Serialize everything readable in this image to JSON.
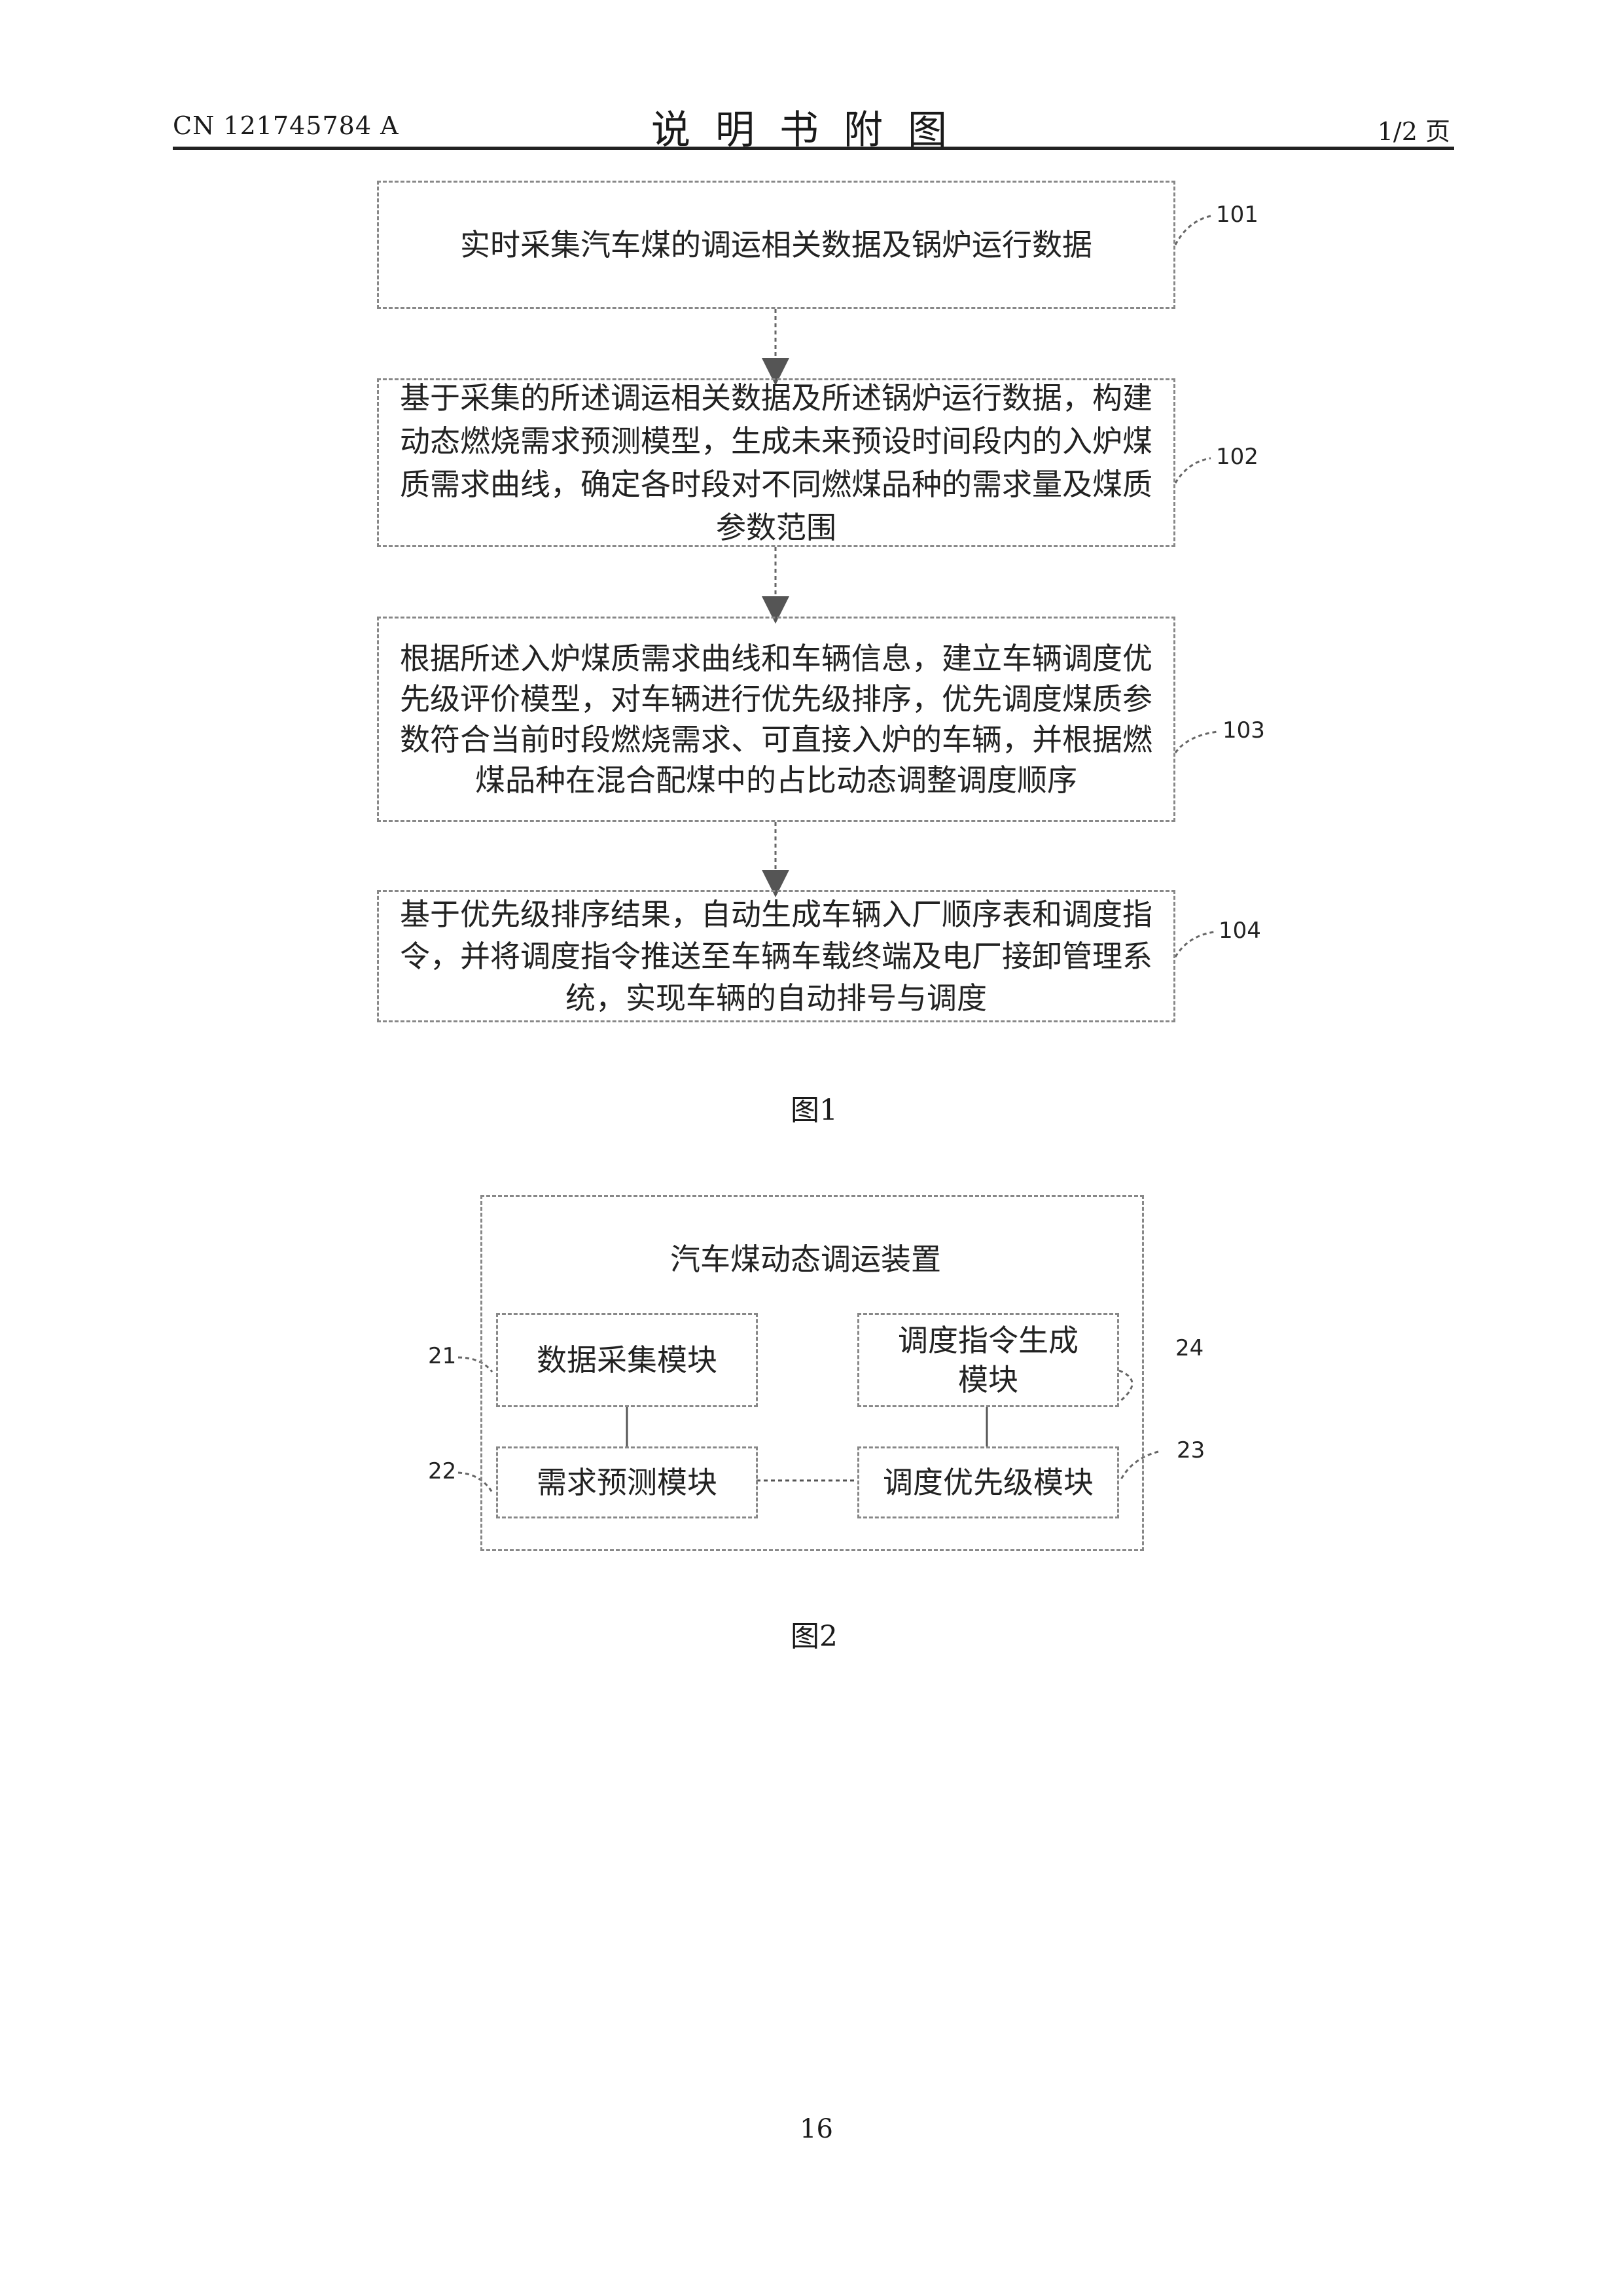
{
  "header": {
    "doc_number": "CN 121745784 A",
    "title": "说明书附图",
    "page_indicator": "1/2 页"
  },
  "figure1": {
    "steps": [
      {
        "text": "实时采集汽车煤的调运相关数据及锅炉运行数据",
        "ref": "101"
      },
      {
        "text": "基于采集的所述调运相关数据及所述锅炉运行数据，构建动态燃烧需求预测模型，生成未来预设时间段内的入炉煤质需求曲线，确定各时段对不同燃煤品种的需求量及煤质参数范围",
        "ref": "102"
      },
      {
        "text": "根据所述入炉煤质需求曲线和车辆信息，建立车辆调度优先级评价模型，对车辆进行优先级排序，优先调度煤质参数符合当前时段燃烧需求、可直接入炉的车辆，并根据燃煤品种在混合配煤中的占比动态调整调度顺序",
        "ref": "103"
      },
      {
        "text": "基于优先级排序结果，自动生成车辆入厂顺序表和调度指令，并将调度指令推送至车辆车载终端及电厂接卸管理系统，实现车辆的自动排号与调度",
        "ref": "104"
      }
    ],
    "caption": "图1"
  },
  "figure2": {
    "device_title": "汽车煤动态调运装置",
    "modules": [
      {
        "label": "数据采集模块",
        "ref": "21"
      },
      {
        "label": "需求预测模块",
        "ref": "22"
      },
      {
        "label": "调度优先级模块",
        "ref": "23"
      },
      {
        "label": "调度指令生成模块",
        "ref": "24"
      }
    ],
    "caption": "图2"
  },
  "footer": {
    "page_number": "16"
  }
}
